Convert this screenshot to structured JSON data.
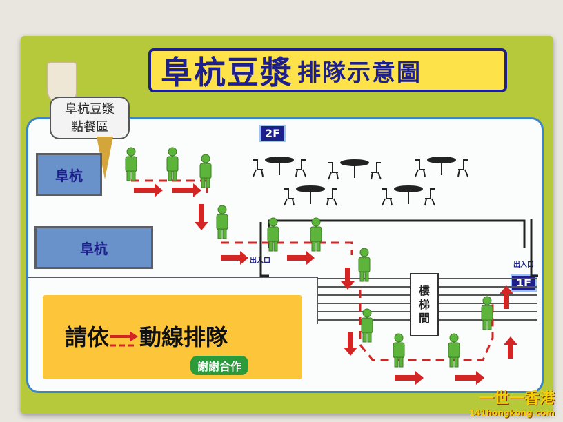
{
  "title": {
    "main": "阜杭豆漿",
    "sub": "排隊示意圖"
  },
  "order_area": {
    "line1": "阜杭豆漿",
    "line2": "點餐區"
  },
  "counters": [
    {
      "label": "阜杭"
    },
    {
      "label": "阜杭"
    }
  ],
  "floors": {
    "upper": "2F",
    "lower": "1F"
  },
  "entrance_label": "出入口",
  "stairs_label": [
    "樓",
    "梯",
    "間"
  ],
  "notice": {
    "before_arrow": "請依",
    "after_arrow": "動線排隊",
    "thanks": "謝謝合作"
  },
  "watermark": {
    "name": "一世一香港",
    "site": "141hongkong.com"
  },
  "colors": {
    "board": "#b6c93a",
    "title_bg": "#fde24a",
    "title_text": "#1d1f8c",
    "panel_border": "#3c83c8",
    "counter_bg": "#6892c9",
    "arrow": "#d42525",
    "person": "#5cb53a",
    "notice_bg": "#fdc63a",
    "thanks_bg": "#2b9a3b"
  },
  "icons": [
    "soy-milk-cup-icon",
    "person-icon",
    "table-icon",
    "chair-icon",
    "arrow-icon"
  ]
}
